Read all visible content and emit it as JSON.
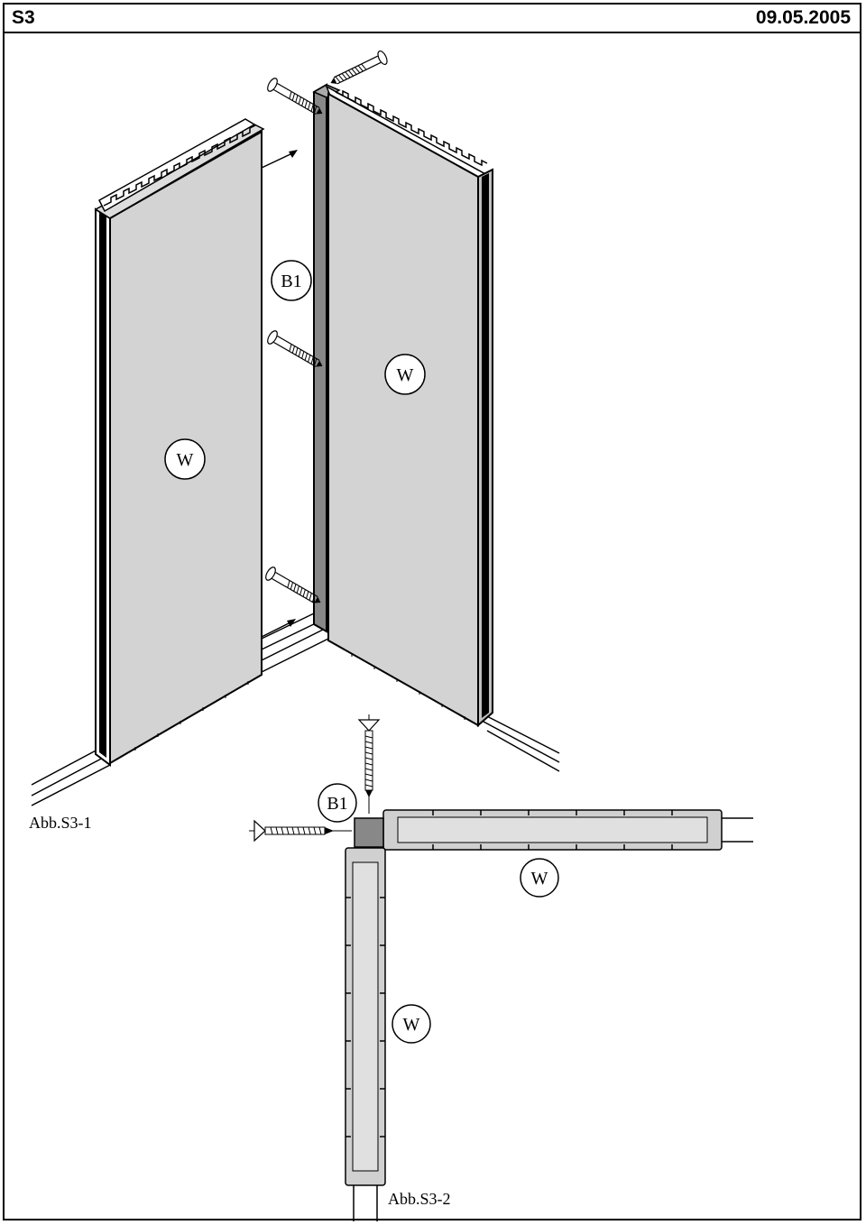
{
  "header": {
    "page_code": "S3",
    "date": "09.05.2005"
  },
  "figure1": {
    "caption": "Abb.S3-1",
    "labels": {
      "connector": "B1",
      "wall_left": "W",
      "wall_right": "W"
    }
  },
  "figure2": {
    "caption": "Abb.S3-2",
    "labels": {
      "connector": "B1",
      "wall_horizontal": "W",
      "wall_vertical": "W"
    }
  },
  "colors": {
    "panel_face": "#d3d3d3",
    "panel_edge": "#b8b8b8",
    "post": "#888888",
    "ink": "#000000"
  },
  "icons": [
    "screw-icon",
    "arrow-icon",
    "callout-circle"
  ]
}
